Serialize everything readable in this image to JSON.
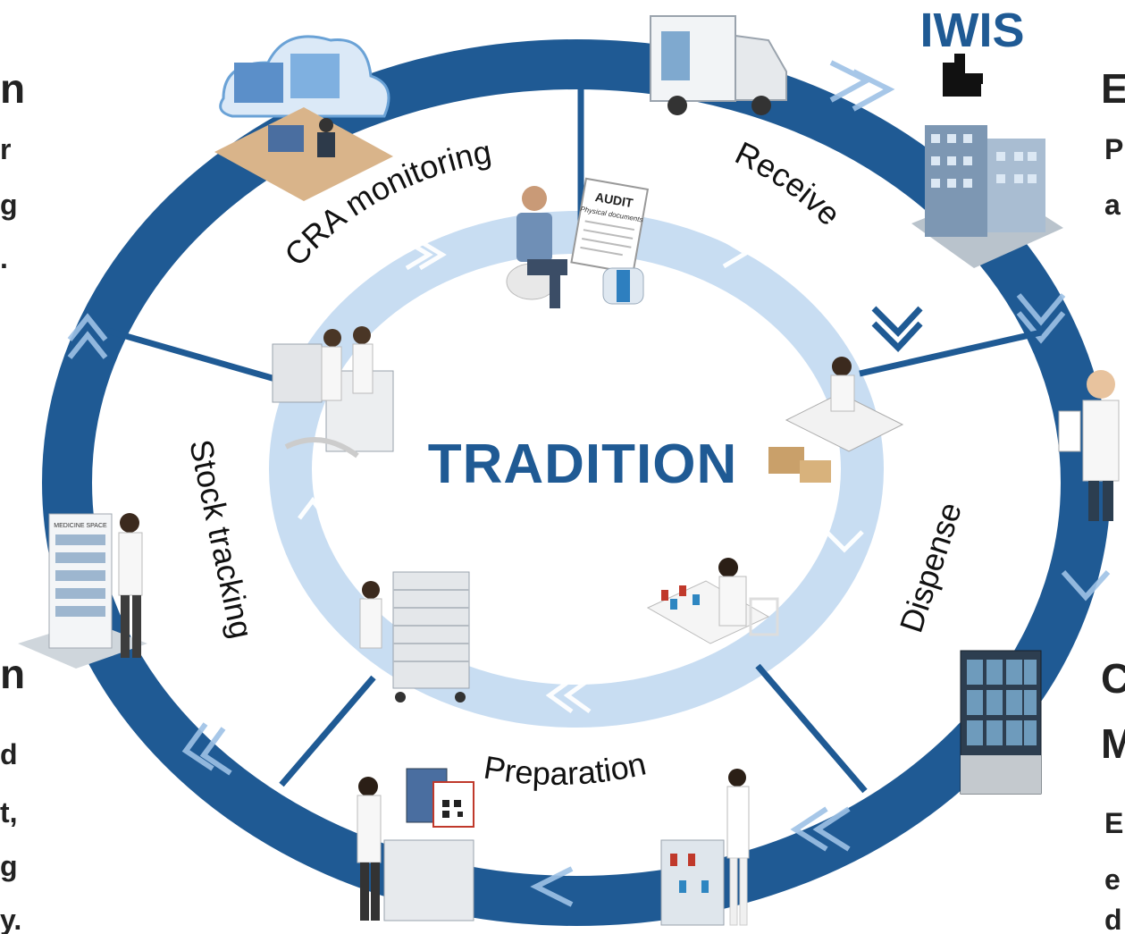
{
  "brand": {
    "logo_text": "IWIS"
  },
  "center": {
    "title": "TRADITION"
  },
  "steps": [
    {
      "id": "cra",
      "label": "CRA monitoring"
    },
    {
      "id": "receive",
      "label": "Receive"
    },
    {
      "id": "dispense",
      "label": "Dispense"
    },
    {
      "id": "preparation",
      "label": "Preparation"
    },
    {
      "id": "stock",
      "label": "Stock tracking"
    }
  ],
  "audit_doc": {
    "title": "AUDIT",
    "subtitle": "Physical documents"
  },
  "cabinet_sign": {
    "text": "MEDICINE SPACE"
  },
  "left_fragments": [
    "n",
    "r",
    "g",
    ".",
    "n",
    "d",
    "t,",
    "g",
    "y."
  ],
  "right_fragments": [
    "E",
    "P",
    "a",
    "C",
    "M",
    "E",
    "e",
    "d"
  ],
  "colors": {
    "outer_ring": "#1f5a94",
    "inner_ring": "#c8ddf2",
    "accent": "#1f5a94"
  }
}
